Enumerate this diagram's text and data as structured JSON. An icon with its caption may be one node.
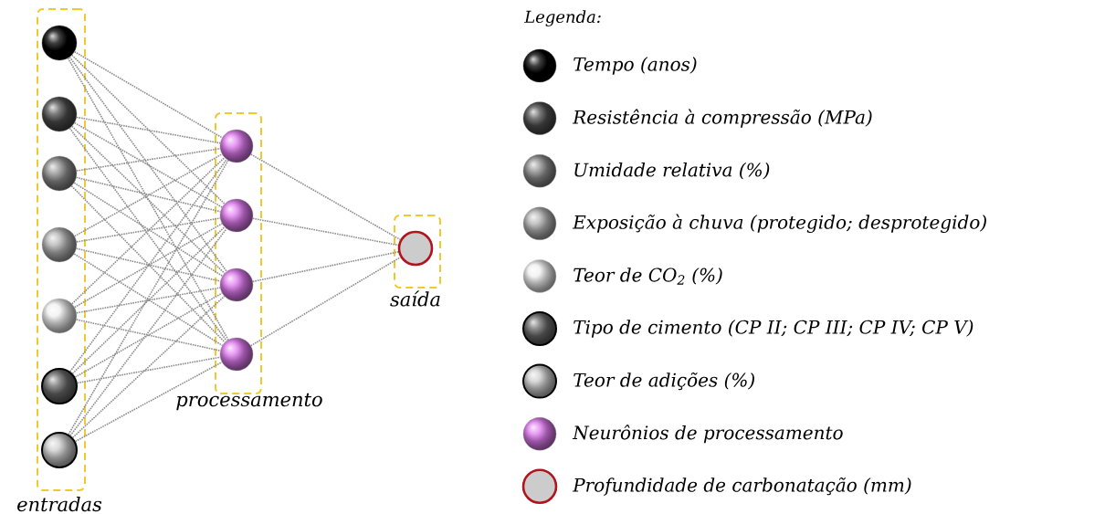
{
  "diagram": {
    "nodes": [
      {
        "text": [
          "entradas"
        ]
      },
      {
        "text": [],
        "shape": "circle",
        "in": 0
      },
      {
        "text": [],
        "shape": "circle",
        "in": 0
      },
      {
        "text": [],
        "shape": "circle",
        "in": 0
      },
      {
        "text": [],
        "shape": "circle",
        "in": 0
      },
      {
        "text": [],
        "shape": "circle",
        "in": 0
      },
      {
        "text": [],
        "shape": "circle",
        "in": 0
      },
      {
        "text": [],
        "shape": "circle",
        "in": 0
      },
      {
        "text": [
          "processamento"
        ]
      },
      {
        "text": [],
        "shape": "circle",
        "in": 8
      },
      {
        "text": [],
        "shape": "circle",
        "in": 8
      },
      {
        "text": [],
        "shape": "circle",
        "in": 8
      },
      {
        "text": [],
        "shape": "circle",
        "in": 8
      },
      {
        "text": [
          "saída"
        ]
      },
      {
        "text": [],
        "shape": "circle",
        "in": 13
      }
    ],
    "edges": [
      {
        "from": 1,
        "to": 9,
        "arrow": "none"
      },
      {
        "from": 1,
        "to": 10,
        "arrow": "none"
      },
      {
        "from": 1,
        "to": 11,
        "arrow": "none"
      },
      {
        "from": 1,
        "to": 12,
        "arrow": "none"
      },
      {
        "from": 2,
        "to": 9,
        "arrow": "none"
      },
      {
        "from": 2,
        "to": 10,
        "arrow": "none"
      },
      {
        "from": 2,
        "to": 11,
        "arrow": "none"
      },
      {
        "from": 2,
        "to": 12,
        "arrow": "none"
      },
      {
        "from": 3,
        "to": 9,
        "arrow": "none"
      },
      {
        "from": 3,
        "to": 10,
        "arrow": "none"
      },
      {
        "from": 3,
        "to": 11,
        "arrow": "none"
      },
      {
        "from": 3,
        "to": 12,
        "arrow": "none"
      },
      {
        "from": 4,
        "to": 9,
        "arrow": "none"
      },
      {
        "from": 4,
        "to": 10,
        "arrow": "none"
      },
      {
        "from": 4,
        "to": 11,
        "arrow": "none"
      },
      {
        "from": 4,
        "to": 12,
        "arrow": "none"
      },
      {
        "from": 5,
        "to": 9,
        "arrow": "none"
      },
      {
        "from": 5,
        "to": 10,
        "arrow": "none"
      },
      {
        "from": 5,
        "to": 11,
        "arrow": "none"
      },
      {
        "from": 5,
        "to": 12,
        "arrow": "none"
      },
      {
        "from": 6,
        "to": 9,
        "arrow": "none"
      },
      {
        "from": 6,
        "to": 10,
        "arrow": "none"
      },
      {
        "from": 6,
        "to": 11,
        "arrow": "none"
      },
      {
        "from": 6,
        "to": 12,
        "arrow": "none"
      },
      {
        "from": 7,
        "to": 9,
        "arrow": "none"
      },
      {
        "from": 7,
        "to": 10,
        "arrow": "none"
      },
      {
        "from": 7,
        "to": 11,
        "arrow": "none"
      },
      {
        "from": 7,
        "to": 12,
        "arrow": "none"
      },
      {
        "from": 9,
        "to": 14,
        "arrow": "none"
      },
      {
        "from": 10,
        "to": 14,
        "arrow": "none"
      },
      {
        "from": 11,
        "to": 14,
        "arrow": "none"
      },
      {
        "from": 12,
        "to": 14,
        "arrow": "none"
      }
    ],
    "labels": [
      "Legenda:"
    ],
    "legend": [
      {
        "text": "Tempo (anos)"
      },
      {
        "text": "Resistência à compressão (MPa)"
      },
      {
        "text": "Umidade relativa (%)"
      },
      {
        "text": "Exposição à chuva (protegido; desprotegido)"
      },
      {
        "text": "Teor de CO$_{2}$ (%)"
      },
      {
        "text": "Tipo de cimento (CP II; CP III; CP IV; CP V)"
      },
      {
        "text": "Teor de adições (%)"
      },
      {
        "text": "Neurônios de processamento"
      },
      {
        "text": "Profundidade de carbonatação (mm)"
      }
    ]
  }
}
